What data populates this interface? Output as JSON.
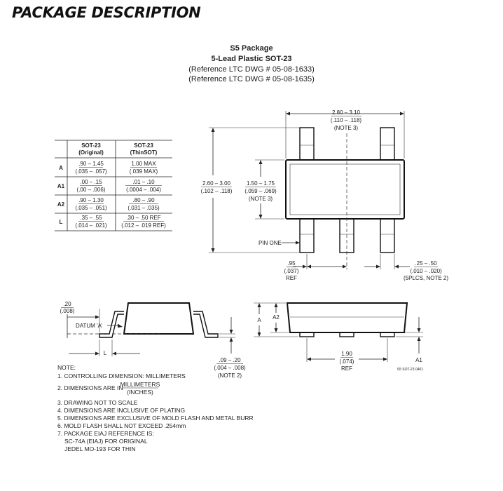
{
  "page_title": "PACKAGE DESCRIPTION",
  "package": {
    "name": "S5 Package",
    "type": "5-Lead Plastic SOT-23",
    "references": [
      "(Reference LTC DWG # 05-08-1633)",
      "(Reference LTC DWG # 05-08-1635)"
    ]
  },
  "table": {
    "headers": [
      {
        "line1": "SOT-23",
        "line2": "(Original)"
      },
      {
        "line1": "SOT-23",
        "line2": "(ThinSOT)"
      }
    ],
    "rows": [
      {
        "label": "A",
        "orig_mm": ".90 – 1.45",
        "orig_in": "(.035 – .057)",
        "thin_mm": "1.00 MAX",
        "thin_in": "(.039 MAX)"
      },
      {
        "label": "A1",
        "orig_mm": ".00 – .15",
        "orig_in": "(.00 – .006)",
        "thin_mm": ".01 – .10",
        "thin_in": "(.0004 – .004)"
      },
      {
        "label": "A2",
        "orig_mm": ".90 – 1.30",
        "orig_in": "(.035 – .051)",
        "thin_mm": ".80 – .90",
        "thin_in": "(.031 – .035)"
      },
      {
        "label": "L",
        "orig_mm": ".35 – .55",
        "orig_in": "(.014 – .021)",
        "thin_mm": ".30 – .50 REF",
        "thin_in": "(.012 – .019 REF)"
      }
    ]
  },
  "top_view": {
    "width_mm": "2.80 – 3.10",
    "width_in": "(.110 – .118)",
    "width_note": "(NOTE 3)",
    "height_mm": "2.60 – 3.00",
    "height_in": "(.102 – .118)",
    "body_mm": "1.50 – 1.75",
    "body_in": "(.059 – .069)",
    "body_note": "(NOTE 3)",
    "pin_one": "PIN ONE",
    "pitch_mm": ".95",
    "pitch_in": "(.037)",
    "pitch_ref": "REF",
    "lead_w_mm": ".25 – .50",
    "lead_w_in": "(.010 – .020)",
    "lead_w_note": "(5PLCS, NOTE 2)"
  },
  "side_view": {
    "flat_mm": ".20",
    "flat_in": "(.008)",
    "datum": "DATUM 'A'",
    "l_label": "L",
    "thick_mm": ".09 – .20",
    "thick_in": "(.004 – .008)",
    "thick_note": "(NOTE 2)"
  },
  "end_view": {
    "a_label": "A",
    "a2_label": "A2",
    "a1_label": "A1",
    "span_mm": "1.90",
    "span_in": "(.074)",
    "span_ref": "REF",
    "drawing_id": "S5 SOT-23 0401"
  },
  "notes": {
    "heading": "NOTE:",
    "n1": "1. CONTROLLING DIMENSION: MILLIMETERS",
    "n2_prefix": "2. DIMENSIONS ARE IN",
    "n2_num": "MILLIMETERS",
    "n2_den": "(INCHES)",
    "n3": "3. DRAWING NOT TO SCALE",
    "n4": "4. DIMENSIONS ARE INCLUSIVE OF PLATING",
    "n5": "5. DIMENSIONS ARE EXCLUSIVE OF MOLD FLASH AND METAL BURR",
    "n6": "6. MOLD FLASH SHALL NOT EXCEED .254mm",
    "n7": "7. PACKAGE EIAJ REFERENCE IS:",
    "n7a": "SC-74A (EIAJ) FOR ORIGINAL",
    "n7b": "JEDEL MO-193 FOR THIN"
  }
}
